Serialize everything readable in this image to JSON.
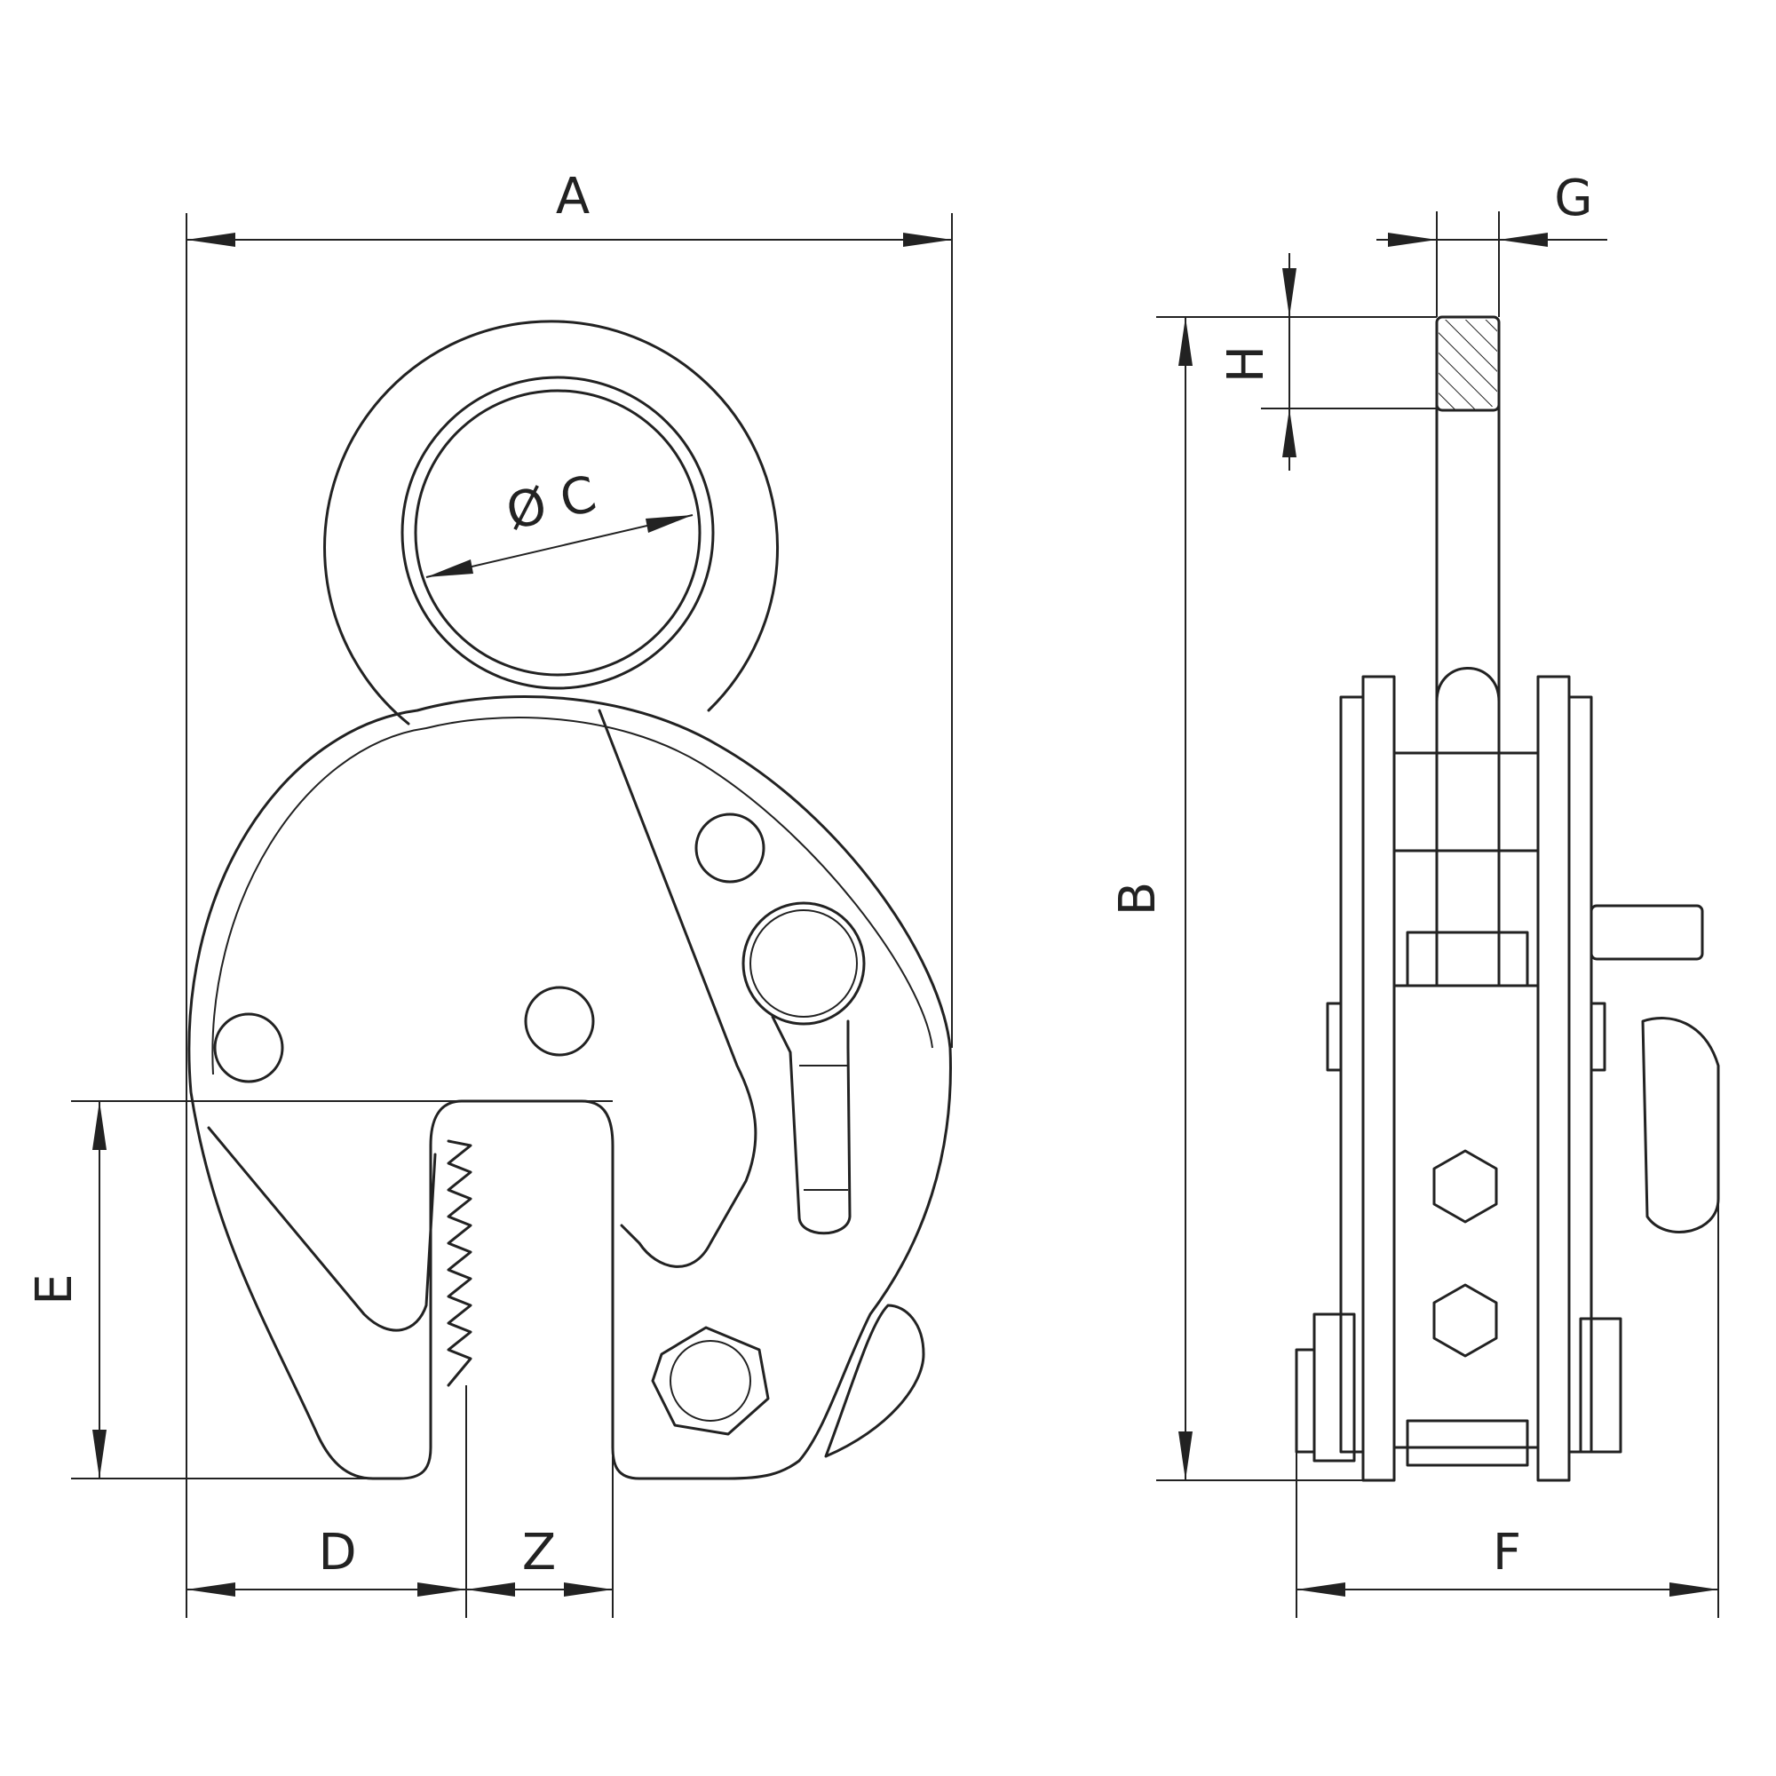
{
  "labels": {
    "A": "A",
    "B": "B",
    "C": "Ø C",
    "D": "D",
    "E": "E",
    "F": "F",
    "G": "G",
    "H": "H",
    "Z": "Z"
  },
  "colors": {
    "line": "#222222",
    "background": "#ffffff"
  }
}
